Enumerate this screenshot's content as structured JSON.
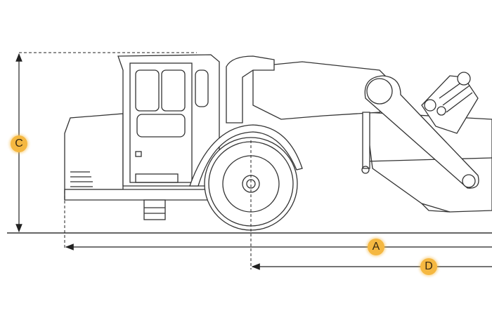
{
  "labels": {
    "a": "A",
    "c": "C",
    "d": "D"
  },
  "colors": {
    "label_fill": "#f5b841",
    "line": "#333333"
  },
  "subject": "wheel-tractor-scraper"
}
